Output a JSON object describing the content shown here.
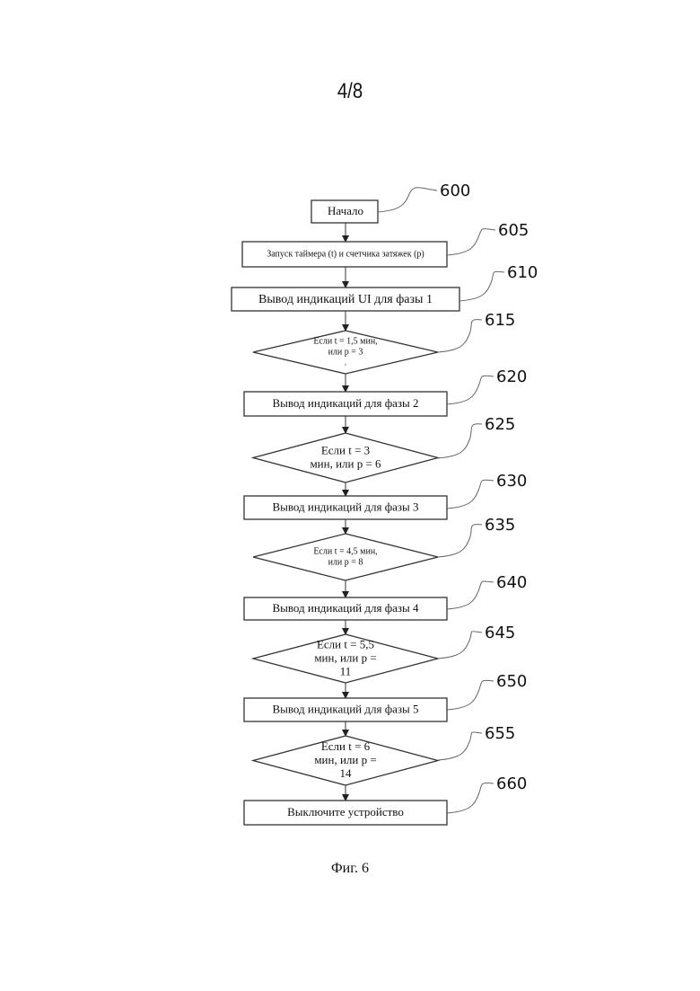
{
  "page": {
    "page_number": "4/8",
    "figure_caption": "Фиг. 6"
  },
  "flowchart": {
    "nodes": [
      {
        "id": "600",
        "type": "terminal",
        "ref": "600",
        "lines": [
          "Начало"
        ]
      },
      {
        "id": "605",
        "type": "process",
        "ref": "605",
        "lines": [
          "Запуск таймера (t) и счетчика затяжек (p)"
        ]
      },
      {
        "id": "610",
        "type": "process",
        "ref": "610",
        "lines": [
          "Вывод индикаций UI для фазы 1"
        ]
      },
      {
        "id": "615",
        "type": "decision",
        "ref": "615",
        "lines": [
          "Если t = 1,5 мин,",
          "или p = 3",
          "."
        ]
      },
      {
        "id": "620",
        "type": "process",
        "ref": "620",
        "lines": [
          "Вывод индикаций для фазы 2"
        ]
      },
      {
        "id": "625",
        "type": "decision",
        "ref": "625",
        "lines": [
          "Если t = 3",
          "мин, или p = 6"
        ]
      },
      {
        "id": "630",
        "type": "process",
        "ref": "630",
        "lines": [
          "Вывод индикаций для фазы 3"
        ]
      },
      {
        "id": "635",
        "type": "decision",
        "ref": "635",
        "lines": [
          "Если t = 4,5 мин,",
          "или p = 8"
        ]
      },
      {
        "id": "640",
        "type": "process",
        "ref": "640",
        "lines": [
          "Вывод индикаций для фазы 4"
        ]
      },
      {
        "id": "645",
        "type": "decision",
        "ref": "645",
        "lines": [
          "Если t = 5,5",
          "мин, или p =",
          "11"
        ]
      },
      {
        "id": "650",
        "type": "process",
        "ref": "650",
        "lines": [
          "Вывод индикаций для фазы 5"
        ]
      },
      {
        "id": "655",
        "type": "decision",
        "ref": "655",
        "lines": [
          "Если t = 6",
          "мин, или p =",
          "14"
        ]
      },
      {
        "id": "660",
        "type": "process",
        "ref": "660",
        "lines": [
          "Выключите устройство"
        ]
      }
    ],
    "edges": [
      [
        "600",
        "605"
      ],
      [
        "605",
        "610"
      ],
      [
        "610",
        "615"
      ],
      [
        "615",
        "620"
      ],
      [
        "620",
        "625"
      ],
      [
        "625",
        "630"
      ],
      [
        "630",
        "635"
      ],
      [
        "635",
        "640"
      ],
      [
        "640",
        "645"
      ],
      [
        "645",
        "650"
      ],
      [
        "650",
        "655"
      ],
      [
        "655",
        "660"
      ]
    ]
  }
}
